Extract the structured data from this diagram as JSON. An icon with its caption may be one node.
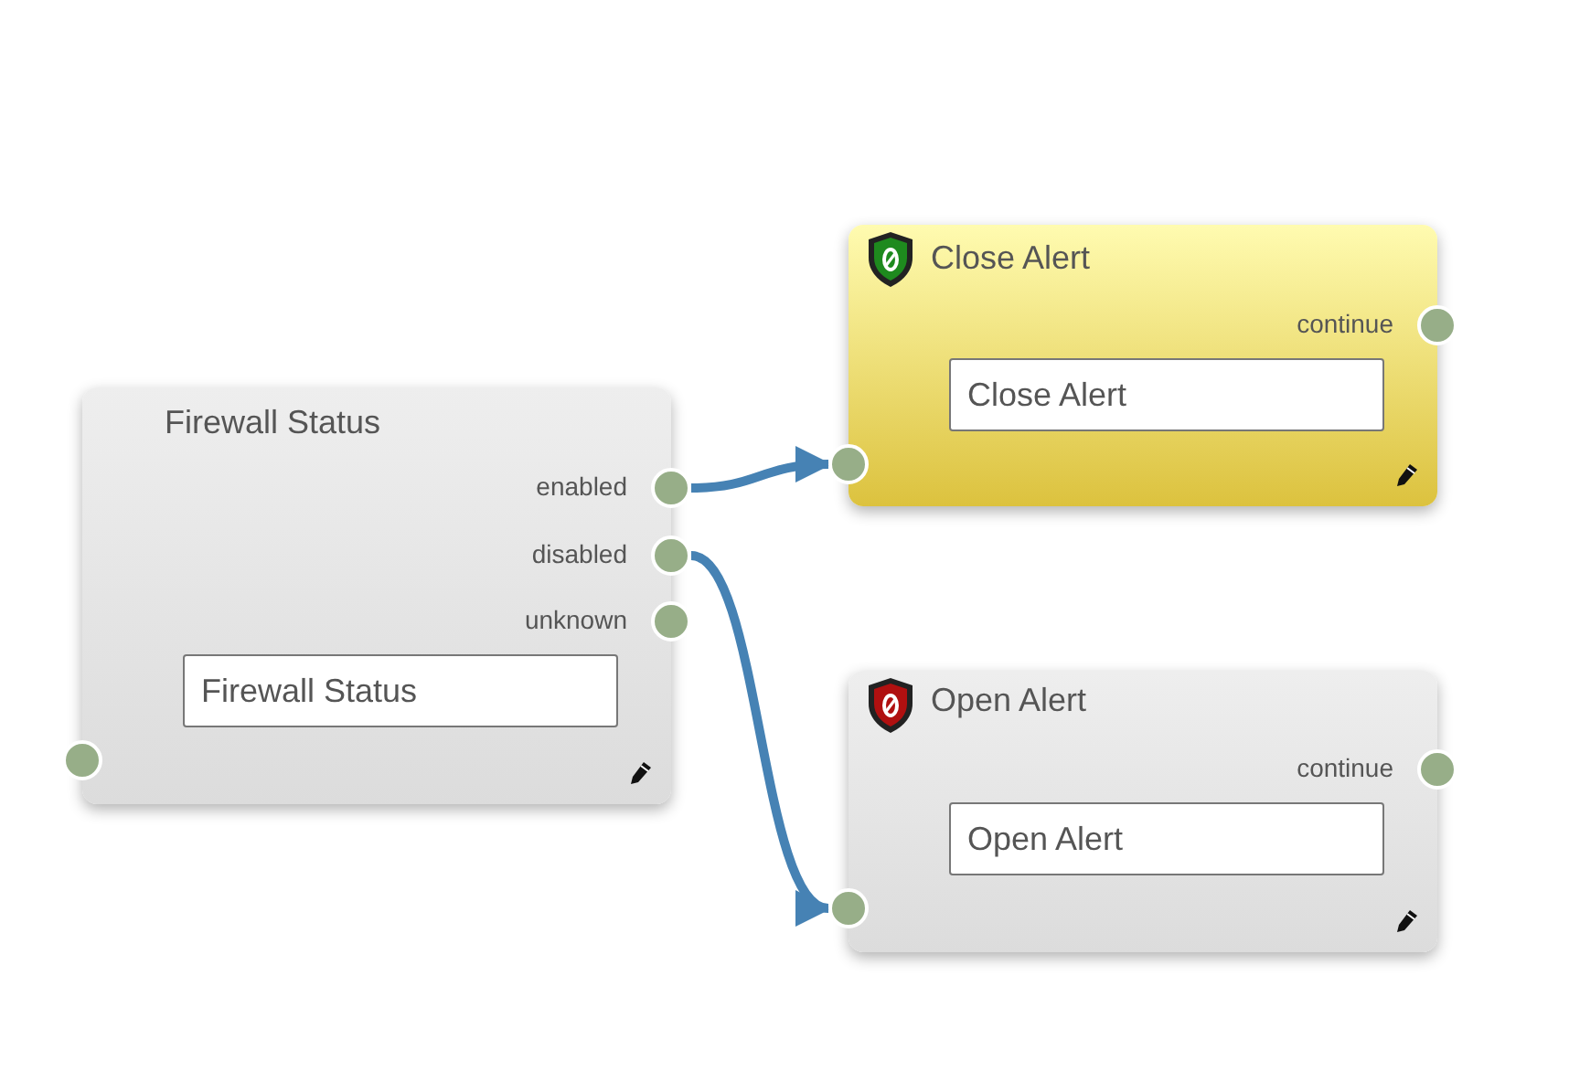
{
  "diagram": {
    "nodes": [
      {
        "text": [
          "Firewall Status"
        ]
      },
      {
        "text": [
          "Firewall Status"
        ],
        "in": 0
      },
      {
        "text": [],
        "shape": "circle"
      },
      {
        "text": [],
        "shape": "circle",
        "beside": [
          "enabled"
        ]
      },
      {
        "text": [],
        "shape": "circle",
        "beside": [
          "disabled"
        ]
      },
      {
        "text": [],
        "shape": "circle",
        "beside": [
          "unknown"
        ]
      },
      {
        "text": [
          "Close Alert"
        ]
      },
      {
        "text": [
          "Close Alert"
        ],
        "in": 6
      },
      {
        "text": [],
        "shape": "circle",
        "beside": [
          "continue"
        ]
      },
      {
        "text": [],
        "shape": "circle"
      },
      {
        "text": [
          "Open Alert"
        ]
      },
      {
        "text": [
          "Open Alert"
        ],
        "in": 10
      },
      {
        "text": [],
        "shape": "circle",
        "beside": [
          "continue"
        ]
      },
      {
        "text": [],
        "shape": "circle"
      }
    ],
    "edges": [
      {
        "from": 3,
        "to": 9,
        "arrow": "to"
      },
      {
        "from": 4,
        "to": 13,
        "arrow": "to"
      }
    ]
  }
}
